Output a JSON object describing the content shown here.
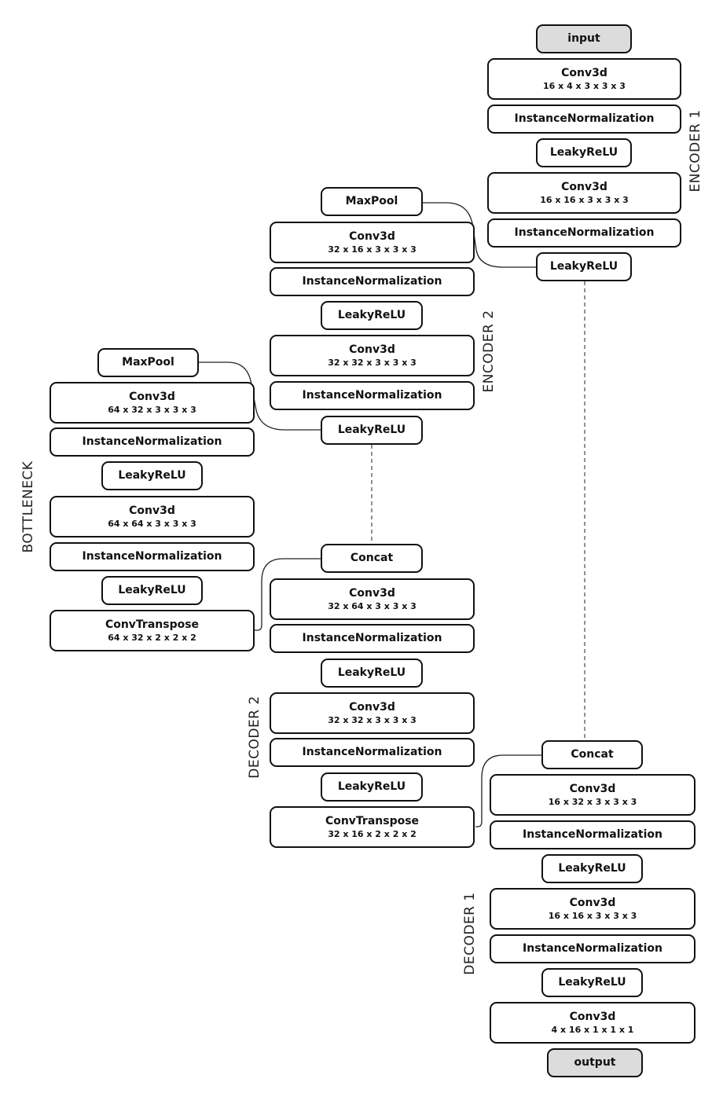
{
  "sections": {
    "encoder1": "ENCODER 1",
    "encoder2": "ENCODER 2",
    "bottleneck": "BOTTLENECK",
    "decoder2": "DECODER 2",
    "decoder1": "DECODER 1"
  },
  "io": {
    "input": "input",
    "output": "output"
  },
  "encoder1": [
    {
      "label": "Conv3d",
      "sub": "16 x 4 x 3 x 3 x 3"
    },
    {
      "label": "InstanceNormalization"
    },
    {
      "label": "LeakyReLU"
    },
    {
      "label": "Conv3d",
      "sub": "16 x 16 x 3 x 3 x 3"
    },
    {
      "label": "InstanceNormalization"
    },
    {
      "label": "LeakyReLU"
    }
  ],
  "encoder2": [
    {
      "label": "MaxPool"
    },
    {
      "label": "Conv3d",
      "sub": "32 x 16 x 3 x 3 x 3"
    },
    {
      "label": "InstanceNormalization"
    },
    {
      "label": "LeakyReLU"
    },
    {
      "label": "Conv3d",
      "sub": "32 x 32 x 3 x 3 x 3"
    },
    {
      "label": "InstanceNormalization"
    },
    {
      "label": "LeakyReLU"
    }
  ],
  "bottleneck": [
    {
      "label": "MaxPool"
    },
    {
      "label": "Conv3d",
      "sub": "64 x 32 x 3 x 3 x 3"
    },
    {
      "label": "InstanceNormalization"
    },
    {
      "label": "LeakyReLU"
    },
    {
      "label": "Conv3d",
      "sub": "64 x 64 x 3 x 3 x 3"
    },
    {
      "label": "InstanceNormalization"
    },
    {
      "label": "LeakyReLU"
    },
    {
      "label": "ConvTranspose",
      "sub": "64 x 32 x 2 x 2 x 2"
    }
  ],
  "decoder2": [
    {
      "label": "Concat"
    },
    {
      "label": "Conv3d",
      "sub": "32 x 64 x 3 x 3 x 3"
    },
    {
      "label": "InstanceNormalization"
    },
    {
      "label": "LeakyReLU"
    },
    {
      "label": "Conv3d",
      "sub": "32 x 32 x 3 x 3 x 3"
    },
    {
      "label": "InstanceNormalization"
    },
    {
      "label": "LeakyReLU"
    },
    {
      "label": "ConvTranspose",
      "sub": "32 x 16 x 2 x 2 x 2"
    }
  ],
  "decoder1": [
    {
      "label": "Concat"
    },
    {
      "label": "Conv3d",
      "sub": "16 x 32 x 3 x 3 x 3"
    },
    {
      "label": "InstanceNormalization"
    },
    {
      "label": "LeakyReLU"
    },
    {
      "label": "Conv3d",
      "sub": "16 x 16 x 3 x 3 x 3"
    },
    {
      "label": "InstanceNormalization"
    },
    {
      "label": "LeakyReLU"
    },
    {
      "label": "Conv3d",
      "sub": "4 x 16 x 1 x 1 x 1"
    }
  ]
}
